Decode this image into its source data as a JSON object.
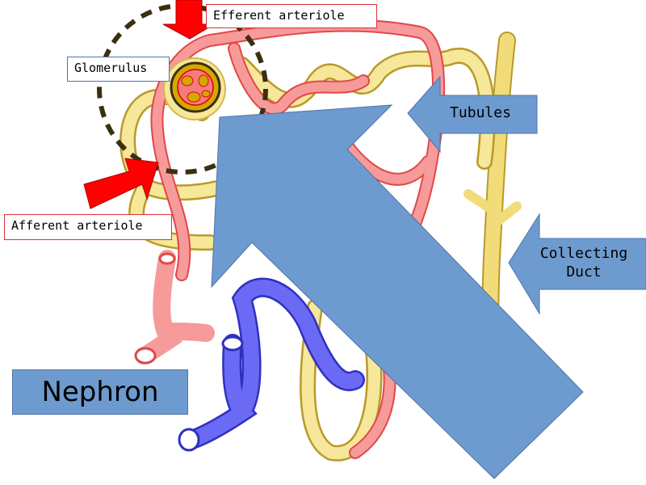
{
  "title": "Nephron",
  "labels": {
    "efferent": "Efferent arteriole",
    "afferent": "Afferent arteriole",
    "glomerulus": "Glomerulus",
    "tubules": "Tubules",
    "collecting_line1": "Collecting",
    "collecting_line2": "Duct"
  },
  "colors": {
    "tubule": "#f2dc7a",
    "artery": "#f47c7c",
    "vein": "#5b5bf0",
    "arrow_blue": "#6e9bcf",
    "arrow_red": "#ff0000"
  }
}
